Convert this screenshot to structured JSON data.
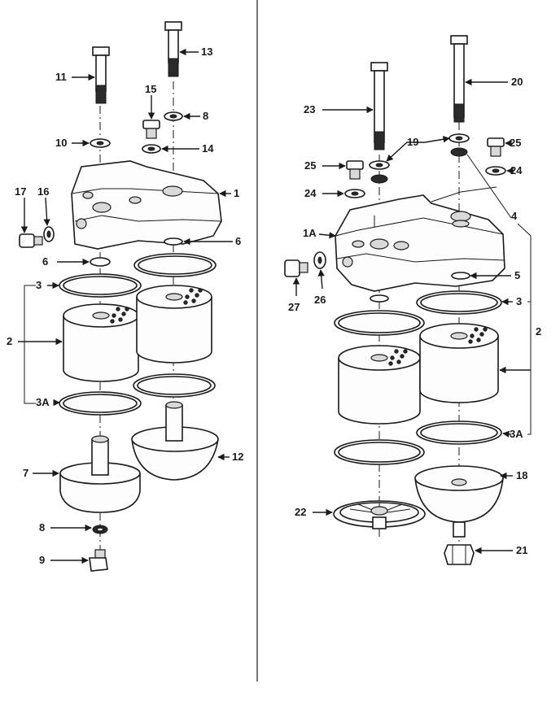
{
  "diagram": {
    "type": "exploded parts view",
    "left_view": {
      "callouts": [
        "11",
        "13",
        "15",
        "8",
        "10",
        "14",
        "17",
        "16",
        "1",
        "6",
        "6",
        "3",
        "2",
        "3A",
        "12",
        "7",
        "8",
        "9"
      ]
    },
    "right_view": {
      "callouts": [
        "20",
        "23",
        "19",
        "25",
        "25",
        "24",
        "24",
        "4",
        "1A",
        "5",
        "27",
        "26",
        "3",
        "2",
        "3A",
        "18",
        "22",
        "21"
      ]
    }
  },
  "colors": {
    "ink": "#1a1a1a",
    "paper": "#ffffff",
    "shade": "#d9d9d9"
  }
}
